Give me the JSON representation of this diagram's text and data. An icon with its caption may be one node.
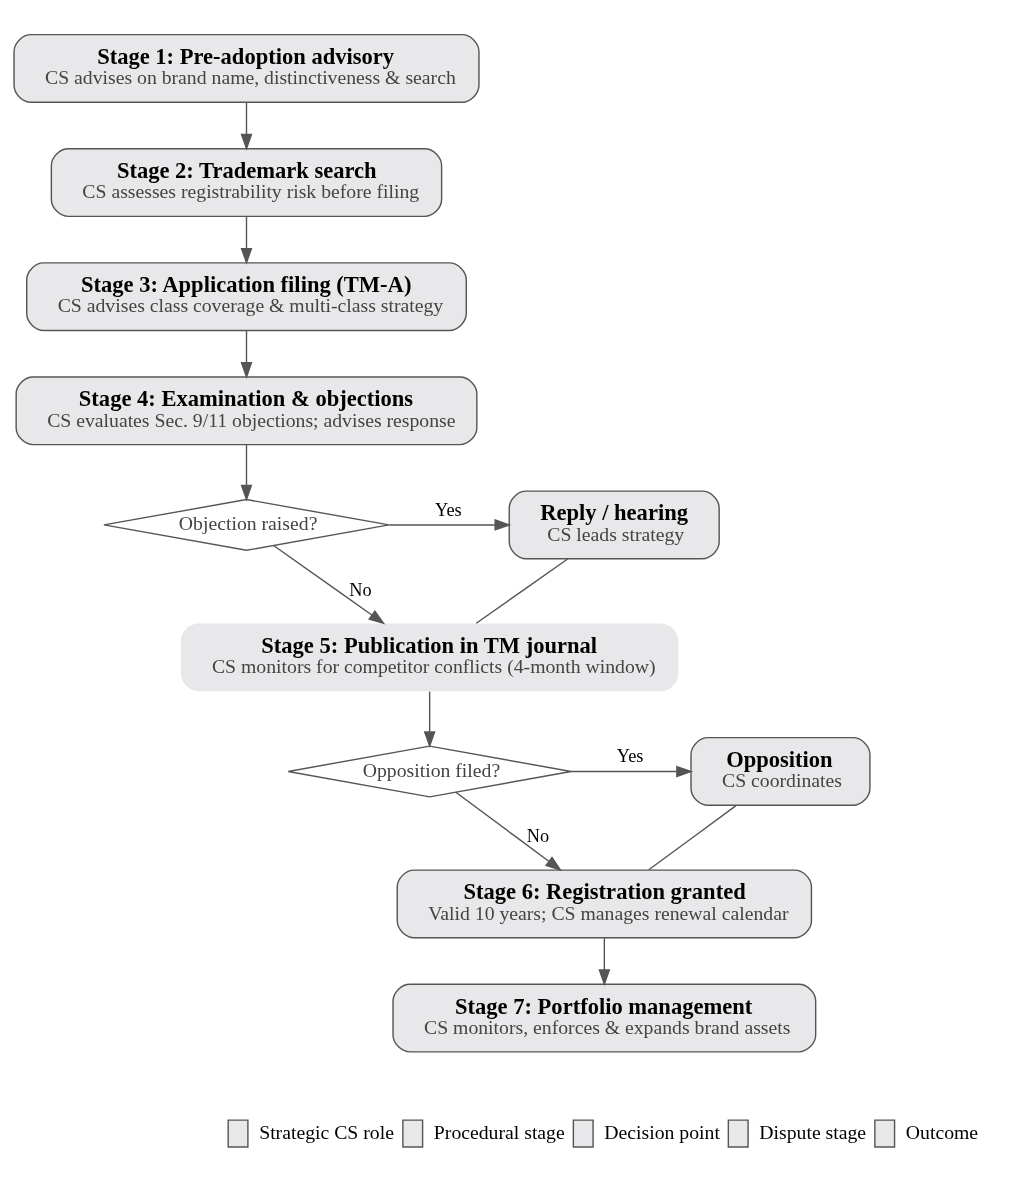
{
  "diagram": {
    "nodes": [
      {
        "text": [
          "Stage 1: Pre-adoption advisory",
          "CS advises on brand name, distinctiveness & search"
        ]
      },
      {
        "text": [
          "Stage 2: Trademark search",
          "CS assesses registrability risk before filing"
        ]
      },
      {
        "text": [
          "Stage 3: Application filing (TM-A)",
          "CS advises class coverage & multi-class strategy"
        ]
      },
      {
        "text": [
          "Stage 4: Examination & objections",
          "CS evaluates Sec. 9/11 objections; advises response"
        ]
      },
      {
        "text": [
          "Objection raised?"
        ]
      },
      {
        "text": [
          "Reply / hearing",
          "CS leads strategy"
        ]
      },
      {
        "text": [
          "Stage 5: Publication in TM journal",
          "CS monitors for competitor conflicts (4-month window)"
        ]
      },
      {
        "text": [
          "Opposition filed?"
        ]
      },
      {
        "text": [
          "Opposition",
          "CS coordinates"
        ]
      },
      {
        "text": [
          "Stage 6: Registration granted",
          "Valid 10 years; CS manages renewal calendar"
        ]
      },
      {
        "text": [
          "Stage 7: Portfolio management",
          "CS monitors, enforces & expands brand assets"
        ]
      }
    ],
    "edges": [
      {
        "from": 0,
        "to": 1,
        "arrow": "to"
      },
      {
        "from": 1,
        "to": 2,
        "arrow": "to"
      },
      {
        "from": 2,
        "to": 3,
        "arrow": "to"
      },
      {
        "from": 3,
        "to": 4,
        "arrow": "to"
      },
      {
        "from": 4,
        "to": 5,
        "arrow": "to",
        "label": "Yes"
      },
      {
        "from": 4,
        "to": 6,
        "arrow": "to",
        "label": "No"
      },
      {
        "from": 5,
        "to": 6,
        "arrow": "none"
      },
      {
        "from": 6,
        "to": 7,
        "arrow": "to"
      },
      {
        "from": 7,
        "to": 8,
        "arrow": "to",
        "label": "Yes"
      },
      {
        "from": 7,
        "to": 9,
        "arrow": "to",
        "label": "No"
      },
      {
        "from": 8,
        "to": 9,
        "arrow": "none"
      },
      {
        "from": 9,
        "to": 10,
        "arrow": "to"
      }
    ],
    "legend": [
      {
        "text": "Strategic CS role",
        "color": "#e8e8ea"
      },
      {
        "text": "Procedural stage",
        "color": "#e8e8ea"
      },
      {
        "text": "Decision point",
        "color": "#e8e8ea"
      },
      {
        "text": "Dispute stage",
        "color": "#e8e8ea"
      },
      {
        "text": "Outcome",
        "color": "#e8e8ea"
      }
    ]
  }
}
